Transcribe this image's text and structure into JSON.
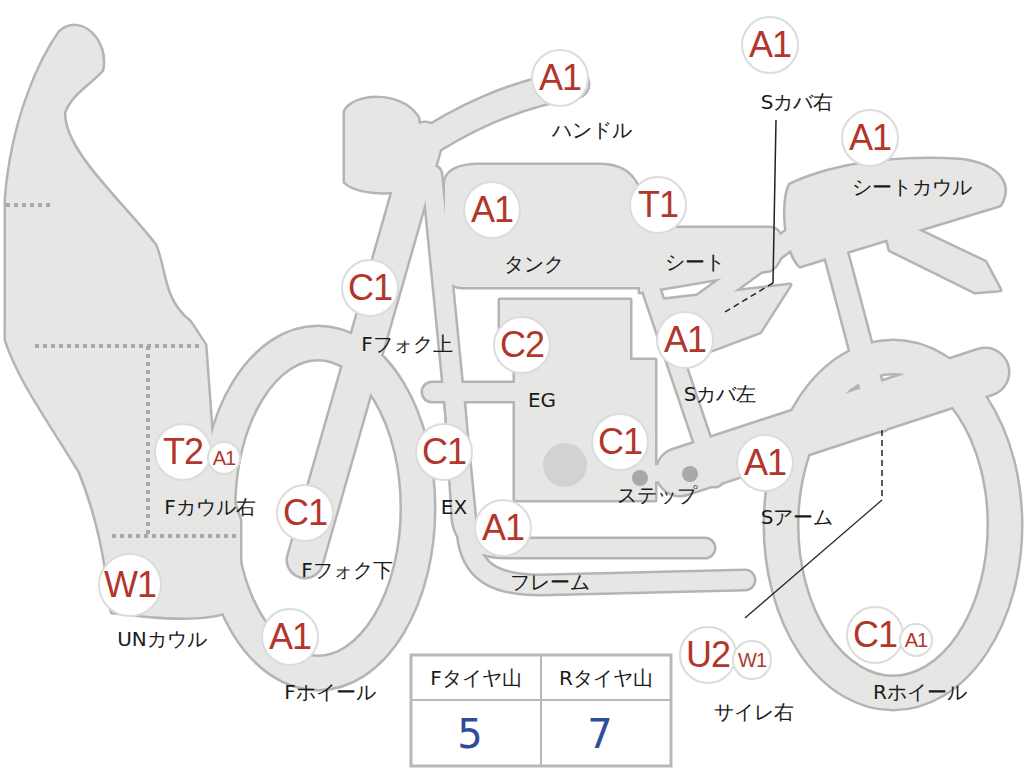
{
  "diagram": {
    "nodes": [
      {
        "text": [
          "A1",
          "Sカバ右"
        ]
      },
      {
        "text": [
          "A1",
          "ハンドル"
        ]
      },
      {
        "text": [
          "A1",
          "シートカウル"
        ]
      },
      {
        "text": [
          "A1",
          "タンク"
        ]
      },
      {
        "text": [
          "T1",
          "シート"
        ]
      },
      {
        "text": [
          "C1",
          "Fフォク上"
        ]
      },
      {
        "text": [
          "C2",
          "EG"
        ]
      },
      {
        "text": [
          "A1",
          "Sカバ左"
        ]
      },
      {
        "text": [
          "C1",
          "EX"
        ]
      },
      {
        "text": [
          "C1",
          "ステップ"
        ]
      },
      {
        "text": [
          "T2",
          "Fカウル右"
        ]
      },
      {
        "text": [
          "A1"
        ]
      },
      {
        "text": [
          "A1",
          "Sアーム"
        ]
      },
      {
        "text": [
          "C1",
          "Fフォク下"
        ]
      },
      {
        "text": [
          "A1",
          "フレーム"
        ]
      },
      {
        "text": [
          "W1",
          "UNカウル"
        ]
      },
      {
        "text": [
          "A1",
          "Fホイール"
        ]
      },
      {
        "text": [
          "U2",
          "サイレ右"
        ]
      },
      {
        "text": [
          "W1"
        ]
      },
      {
        "text": [
          "C1",
          "Rホイール"
        ]
      },
      {
        "text": [
          "A1"
        ]
      }
    ],
    "labels": [
      "Fタイヤ山",
      "Rタイヤ山",
      "5",
      "7"
    ]
  }
}
